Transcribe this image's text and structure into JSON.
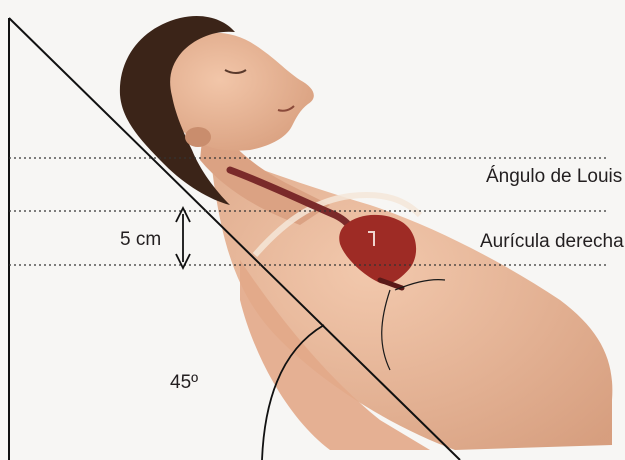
{
  "labels": {
    "louis": "Ángulo de Louis",
    "auricula": "Aurícula derecha",
    "distance": "5 cm",
    "angle": "45º"
  },
  "colors": {
    "skin": "#e9b79a",
    "skin_shadow": "#c98d6d",
    "hair": "#3b2418",
    "heart": "#9e2b25",
    "vessel": "#7a2a2a",
    "line": "#111111",
    "dotted": "#333333"
  }
}
